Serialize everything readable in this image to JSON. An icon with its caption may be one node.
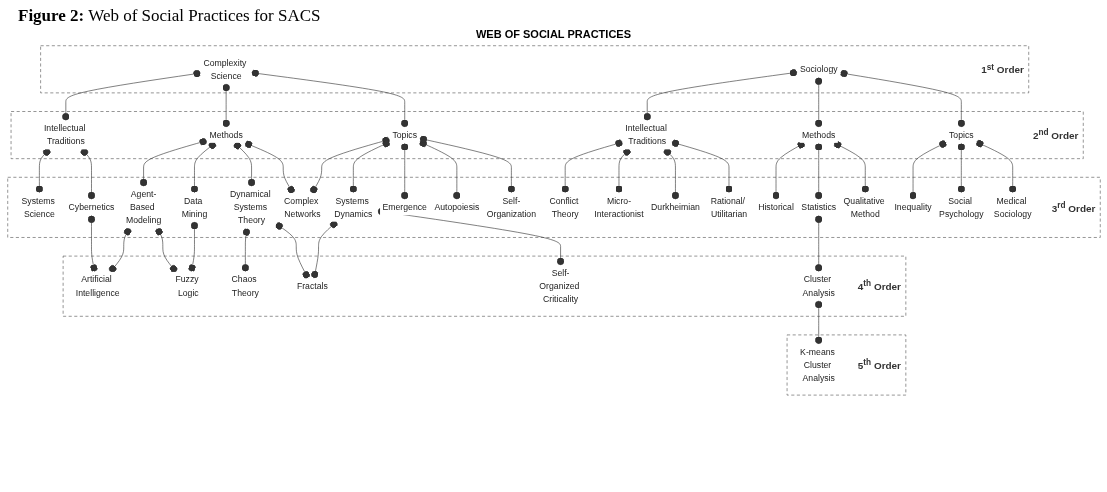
{
  "diagram": {
    "title": "**Figure 2:** Web of Social Practices for SACS",
    "labels": [
      "WEB OF SOCIAL PRACTICES"
    ],
    "nodes": [
      {
        "text": [
          "1$^{st}$ Order"
        ]
      },
      {
        "text": [
          "Complexity Science"
        ],
        "in": 0
      },
      {
        "text": [
          "Sociology"
        ],
        "in": 0
      },
      {
        "text": [
          "2$^{nd}$ Order"
        ]
      },
      {
        "text": [
          "Intellectual Traditions"
        ],
        "in": 3
      },
      {
        "text": [
          "Methods"
        ],
        "in": 3
      },
      {
        "text": [
          "Topics"
        ],
        "in": 3
      },
      {
        "text": [
          "Intellectual Traditions"
        ],
        "in": 3
      },
      {
        "text": [
          "Methods"
        ],
        "in": 3
      },
      {
        "text": [
          "Topics"
        ],
        "in": 3
      },
      {
        "text": [
          "3$^{rd}$ Order"
        ]
      },
      {
        "text": [
          "Systems Science"
        ],
        "in": 10
      },
      {
        "text": [
          "Cybernetics"
        ],
        "in": 10
      },
      {
        "text": [
          "Agent-Based Modeling"
        ],
        "in": 10
      },
      {
        "text": [
          "Data Mining"
        ],
        "in": 10
      },
      {
        "text": [
          "Dynamical Systems Theory"
        ],
        "in": 10
      },
      {
        "text": [
          "Complex Networks"
        ],
        "in": 10
      },
      {
        "text": [
          "Systems Dynamics"
        ],
        "in": 10
      },
      {
        "text": [
          "Emergence"
        ],
        "in": 10
      },
      {
        "text": [
          "Autopoiesis"
        ],
        "in": 10
      },
      {
        "text": [
          "Self-Organization"
        ],
        "in": 10
      },
      {
        "text": [
          "Conflict Theory"
        ],
        "in": 10
      },
      {
        "text": [
          "Micro-Interactionist"
        ],
        "in": 10
      },
      {
        "text": [
          "Durkheimian"
        ],
        "in": 10
      },
      {
        "text": [
          "Rational/ Utilitarian"
        ],
        "in": 10
      },
      {
        "text": [
          "Historical"
        ],
        "in": 10
      },
      {
        "text": [
          "Statistics"
        ],
        "in": 10
      },
      {
        "text": [
          "Qualitative Method"
        ],
        "in": 10
      },
      {
        "text": [
          "Inequality"
        ],
        "in": 10
      },
      {
        "text": [
          "Social Psychology"
        ],
        "in": 10
      },
      {
        "text": [
          "Medical Sociology"
        ],
        "in": 10
      },
      {
        "text": [
          "4$^{th}$ Order"
        ]
      },
      {
        "text": [
          "Artificial Intelligence"
        ],
        "in": 31
      },
      {
        "text": [
          "Fuzzy Logic"
        ],
        "in": 31
      },
      {
        "text": [
          "Chaos Theory"
        ],
        "in": 31
      },
      {
        "text": [
          "Fractals"
        ],
        "in": 31
      },
      {
        "text": [
          "Self-Organized Criticality"
        ],
        "in": 31
      },
      {
        "text": [
          "Cluster Analysis"
        ],
        "in": 31
      },
      {
        "text": [
          "5$^{th}$ Order"
        ]
      },
      {
        "text": [
          "K-means Cluster Analysis"
        ],
        "in": 38
      }
    ],
    "edges": [
      {
        "from": 1,
        "to": 4,
        "arrow": "other"
      },
      {
        "from": 1,
        "to": 5,
        "arrow": "other"
      },
      {
        "from": 1,
        "to": 6,
        "arrow": "other"
      },
      {
        "from": 2,
        "to": 7,
        "arrow": "other"
      },
      {
        "from": 2,
        "to": 8,
        "arrow": "other"
      },
      {
        "from": 2,
        "to": 9,
        "arrow": "other"
      },
      {
        "from": 4,
        "to": 11,
        "arrow": "other"
      },
      {
        "from": 4,
        "to": 12,
        "arrow": "other"
      },
      {
        "from": 5,
        "to": 13,
        "arrow": "other"
      },
      {
        "from": 5,
        "to": 14,
        "arrow": "other"
      },
      {
        "from": 5,
        "to": 15,
        "arrow": "other"
      },
      {
        "from": 5,
        "to": 16,
        "arrow": "other"
      },
      {
        "from": 6,
        "to": 16,
        "arrow": "other"
      },
      {
        "from": 6,
        "to": 17,
        "arrow": "other"
      },
      {
        "from": 6,
        "to": 18,
        "arrow": "other"
      },
      {
        "from": 6,
        "to": 19,
        "arrow": "other"
      },
      {
        "from": 6,
        "to": 20,
        "arrow": "other"
      },
      {
        "from": 7,
        "to": 21,
        "arrow": "other"
      },
      {
        "from": 7,
        "to": 22,
        "arrow": "other"
      },
      {
        "from": 7,
        "to": 23,
        "arrow": "other"
      },
      {
        "from": 7,
        "to": 24,
        "arrow": "other"
      },
      {
        "from": 8,
        "to": 25,
        "arrow": "other"
      },
      {
        "from": 8,
        "to": 26,
        "arrow": "other"
      },
      {
        "from": 8,
        "to": 27,
        "arrow": "other"
      },
      {
        "from": 9,
        "to": 28,
        "arrow": "other"
      },
      {
        "from": 9,
        "to": 29,
        "arrow": "other"
      },
      {
        "from": 9,
        "to": 30,
        "arrow": "other"
      },
      {
        "from": 12,
        "to": 32,
        "arrow": "other"
      },
      {
        "from": 13,
        "to": 32,
        "arrow": "other"
      },
      {
        "from": 13,
        "to": 33,
        "arrow": "other"
      },
      {
        "from": 14,
        "to": 33,
        "arrow": "other"
      },
      {
        "from": 15,
        "to": 34,
        "arrow": "other"
      },
      {
        "from": 15,
        "to": 35,
        "arrow": "other"
      },
      {
        "from": 17,
        "to": 35,
        "arrow": "other"
      },
      {
        "from": 17,
        "to": 36,
        "arrow": "other"
      },
      {
        "from": 26,
        "to": 37,
        "arrow": "other"
      },
      {
        "from": 37,
        "to": 39,
        "arrow": "other"
      }
    ]
  }
}
